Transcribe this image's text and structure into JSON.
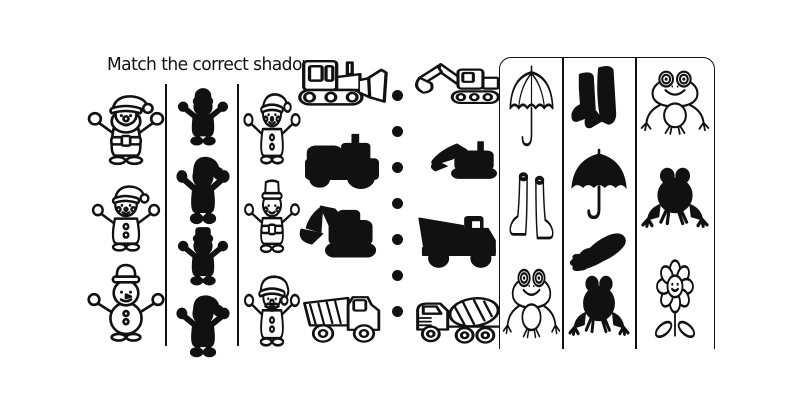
{
  "page": {
    "title": "Match the correct shadow",
    "colors": {
      "ink": "#111111",
      "paper": "#ffffff"
    }
  },
  "sections": {
    "christmas_characters": {
      "outline_column_left": {
        "items": [
          {
            "name": "santa-outline",
            "icon": "sym-santa",
            "label": "Santa Claus",
            "style": "outline"
          },
          {
            "name": "kid-santa-hat-outline",
            "icon": "sym-kid",
            "label": "Kid in Santa hat",
            "style": "outline"
          },
          {
            "name": "snowman-outline",
            "icon": "sym-snowman",
            "label": "Snowman",
            "style": "outline"
          }
        ]
      },
      "shadow_column": {
        "items": [
          {
            "name": "kid-shadow-1",
            "icon": "sym-sil-kid-a",
            "label": "Kid shadow",
            "style": "shadow"
          },
          {
            "name": "santa-shadow-1",
            "icon": "sym-sil-santa",
            "label": "Santa shadow",
            "style": "shadow"
          },
          {
            "name": "kid-shadow-2",
            "icon": "sym-sil-kid-b",
            "label": "Kid in flat hat shadow",
            "style": "shadow"
          },
          {
            "name": "santa-shadow-2",
            "icon": "sym-sil-santa",
            "label": "Santa shadow",
            "style": "shadow"
          }
        ]
      },
      "outline_column_right": {
        "items": [
          {
            "name": "kid-santa-hat-outline-2",
            "icon": "sym-kid",
            "label": "Kid in Santa hat",
            "style": "outline"
          },
          {
            "name": "kid-bucket-hat-outline",
            "icon": "sym-kid2",
            "label": "Kid in bucket hat",
            "style": "outline"
          },
          {
            "name": "santa-mustache-outline",
            "icon": "sym-santa2",
            "label": "Santa with mustache",
            "style": "outline"
          }
        ]
      }
    },
    "construction_vehicles": {
      "left_column": {
        "items": [
          {
            "name": "bulldozer-outline",
            "icon": "sym-bulldozer",
            "label": "Bulldozer",
            "style": "outline"
          },
          {
            "name": "tractor-shadow",
            "icon": "sym-tractor-sil",
            "label": "Tractor shadow",
            "style": "shadow"
          },
          {
            "name": "excavator-shadow",
            "icon": "sym-excavator-sil",
            "label": "Excavator shadow",
            "style": "shadow"
          },
          {
            "name": "dump-truck-outline",
            "icon": "sym-dumptruck",
            "label": "Dump truck",
            "style": "outline"
          }
        ]
      },
      "dotted_divider": {
        "dot_count": 7
      },
      "right_column": {
        "items": [
          {
            "name": "excavator-outline",
            "icon": "sym-excavator2",
            "label": "Excavator",
            "style": "outline"
          },
          {
            "name": "dozer-shadow",
            "icon": "sym-dozer-sil",
            "label": "Bulldozer shadow",
            "style": "shadow"
          },
          {
            "name": "dump-truck-shadow",
            "icon": "sym-dumptruck-sil",
            "label": "Dump truck shadow",
            "style": "shadow"
          },
          {
            "name": "cement-mixer-outline",
            "icon": "sym-mixer",
            "label": "Cement mixer truck",
            "style": "outline"
          }
        ]
      }
    },
    "rainy_day": {
      "outline_column": {
        "items": [
          {
            "name": "umbrella-outline",
            "icon": "sym-umbrella",
            "label": "Umbrella",
            "style": "outline"
          },
          {
            "name": "rain-boots-outline",
            "icon": "sym-boots",
            "label": "Rain boots",
            "style": "outline"
          },
          {
            "name": "frog-outline-1",
            "icon": "sym-frog",
            "label": "Frog",
            "style": "outline"
          }
        ]
      },
      "shadow_column": {
        "items": [
          {
            "name": "rain-boots-shadow",
            "icon": "sym-boots-sil",
            "label": "Rain boots shadow",
            "style": "shadow"
          },
          {
            "name": "umbrella-shadow",
            "icon": "sym-umbrella-sil",
            "label": "Umbrella shadow",
            "style": "shadow"
          },
          {
            "name": "blob-shadow",
            "icon": "sym-blob-sil",
            "label": "Blob shadow",
            "style": "shadow"
          },
          {
            "name": "frog-shadow-1",
            "icon": "sym-frog-sil",
            "label": "Frog shadow",
            "style": "shadow"
          }
        ]
      },
      "mixed_column": {
        "items": [
          {
            "name": "frog-outline-2",
            "icon": "sym-frog",
            "label": "Frog",
            "style": "outline"
          },
          {
            "name": "frog-shadow-2",
            "icon": "sym-frog-sil",
            "label": "Frog shadow",
            "style": "shadow"
          },
          {
            "name": "flower-outline",
            "icon": "sym-flower",
            "label": "Flower",
            "style": "outline"
          }
        ]
      }
    }
  }
}
